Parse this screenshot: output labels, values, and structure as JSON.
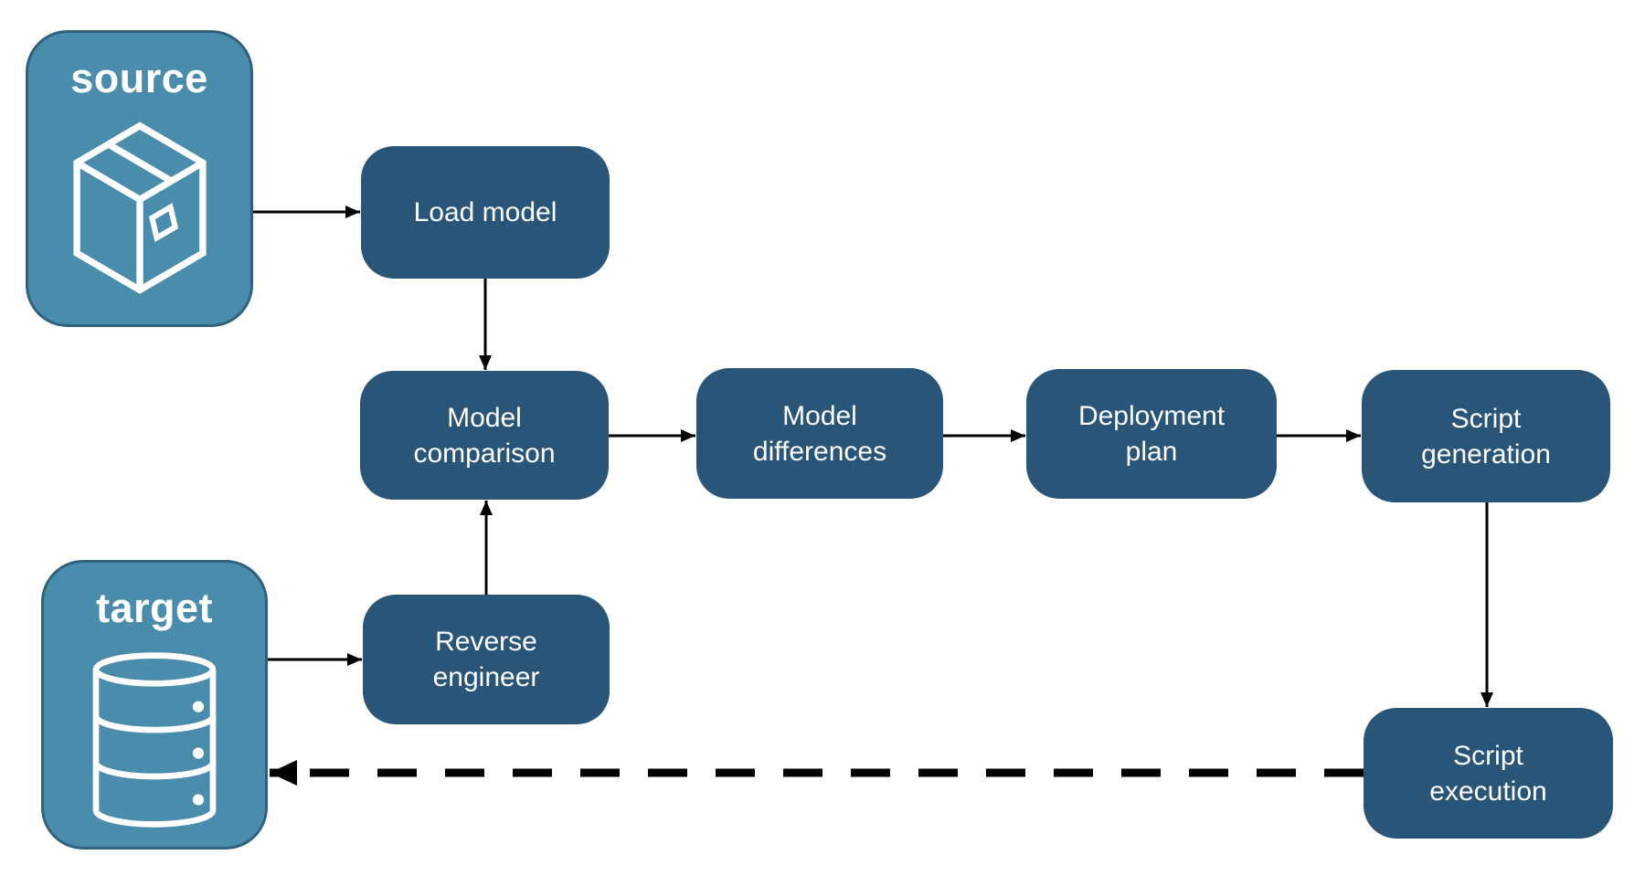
{
  "diagram": {
    "endpoints": {
      "source": {
        "label": "source",
        "icon": "package-icon"
      },
      "target": {
        "label": "target",
        "icon": "database-icon"
      }
    },
    "nodes": {
      "load_model": {
        "label": "Load model"
      },
      "model_comparison": {
        "label": "Model comparison"
      },
      "model_differences": {
        "label": "Model differences"
      },
      "deployment_plan": {
        "label": "Deployment plan"
      },
      "script_generation": {
        "label": "Script generation"
      },
      "reverse_engineer": {
        "label": "Reverse engineer"
      },
      "script_execution": {
        "label": "Script execution"
      }
    },
    "edges": [
      {
        "from": "source",
        "to": "load_model",
        "style": "solid"
      },
      {
        "from": "load_model",
        "to": "model_comparison",
        "style": "solid"
      },
      {
        "from": "target",
        "to": "reverse_engineer",
        "style": "solid"
      },
      {
        "from": "reverse_engineer",
        "to": "model_comparison",
        "style": "solid"
      },
      {
        "from": "model_comparison",
        "to": "model_differences",
        "style": "solid"
      },
      {
        "from": "model_differences",
        "to": "deployment_plan",
        "style": "solid"
      },
      {
        "from": "deployment_plan",
        "to": "script_generation",
        "style": "solid"
      },
      {
        "from": "script_generation",
        "to": "script_execution",
        "style": "solid"
      },
      {
        "from": "script_execution",
        "to": "target",
        "style": "dashed"
      }
    ],
    "colors": {
      "node_fill": "#285578",
      "endpoint_fill": "#4a8cac",
      "endpoint_border": "#2f617c",
      "label_text": "#ffffff",
      "arrow": "#000000",
      "background": "#ffffff"
    }
  }
}
